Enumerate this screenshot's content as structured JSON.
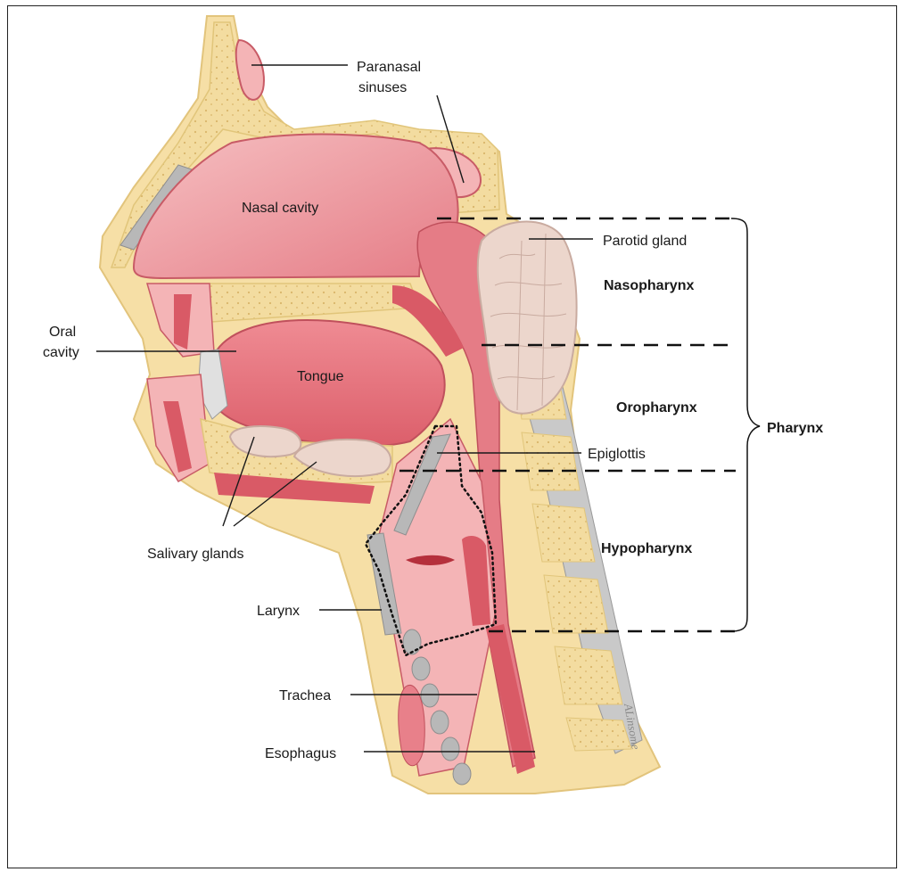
{
  "labels": {
    "paranasal_1": "Paranasal",
    "paranasal_2": "sinuses",
    "nasal_cavity": "Nasal cavity",
    "parotid_gland": "Parotid gland",
    "oral_1": "Oral",
    "oral_2": "cavity",
    "tongue": "Tongue",
    "epiglottis": "Epiglottis",
    "salivary_glands": "Salivary glands",
    "larynx": "Larynx",
    "trachea": "Trachea",
    "esophagus": "Esophagus",
    "nasopharynx": "Nasopharynx",
    "oropharynx": "Oropharynx",
    "hypopharynx": "Hypopharynx",
    "pharynx": "Pharynx"
  },
  "colors": {
    "skin": "#f6dfa6",
    "bone": "#f3dca0",
    "bone_edge": "#e1c57a",
    "mucosa": "#e8808a",
    "mucosa_light": "#f4b4b6",
    "muscle": "#d95a66",
    "cartilage": "#b8b8b8",
    "gland": "#ecd6cc",
    "gland_edge": "#c9aba0"
  }
}
